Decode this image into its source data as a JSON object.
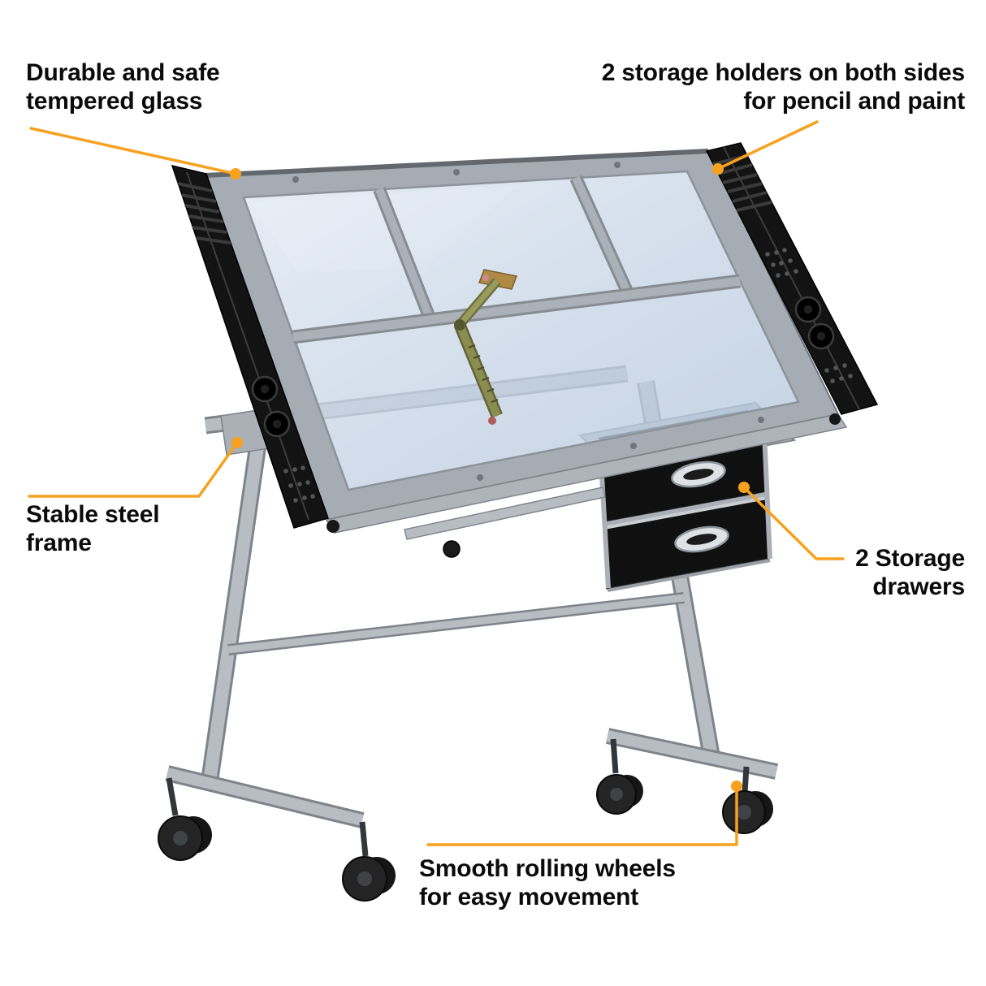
{
  "background": "#ffffff",
  "accent_color": "#F7A11E",
  "callouts": {
    "tempered_glass": "Durable and safe\ntempered glass",
    "storage_holders": "2 storage holders on both sides\nfor pencil and paint",
    "steel_frame": "Stable steel\nframe",
    "storage_drawers": "2 Storage\ndrawers",
    "wheels": "Smooth rolling wheels\nfor easy movement"
  },
  "product": {
    "description": "Tilted glass-top drafting table with steel frame, black side storage trays, two black storage drawers and four rolling casters",
    "colors": {
      "steel_frame": "#b7bdc3",
      "glass": "#c8d6e7",
      "trays_and_drawers": "#141414",
      "callout_accent": "#F7A11E"
    }
  }
}
